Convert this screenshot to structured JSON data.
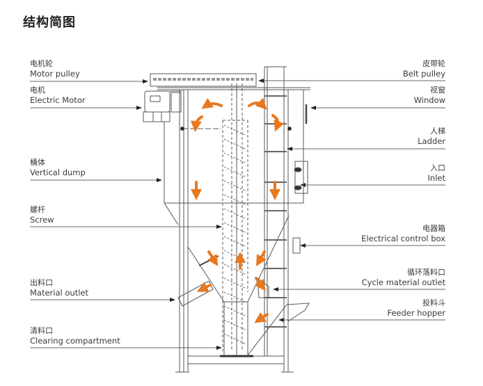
{
  "title": "结构简图",
  "colors": {
    "line": "#555555",
    "arrow_flow": "#e8781e",
    "text": "#3a3a3a"
  },
  "labels_left": [
    {
      "id": "motor-pulley",
      "zh": "电机轮",
      "en": "Motor pulley"
    },
    {
      "id": "electric-motor",
      "zh": "电机",
      "en": "Electric Motor"
    },
    {
      "id": "vertical-dump",
      "zh": "桶体",
      "en": "Vertical dump"
    },
    {
      "id": "screw",
      "zh": "螺杆",
      "en": "Screw"
    },
    {
      "id": "material-outlet",
      "zh": "出料口",
      "en": "Material outlet"
    },
    {
      "id": "clearing-compartment",
      "zh": "清料口",
      "en": "Clearing compartment"
    }
  ],
  "labels_right": [
    {
      "id": "belt-pulley",
      "zh": "皮带轮",
      "en": "Belt pulley"
    },
    {
      "id": "window",
      "zh": "视窗",
      "en": "Window"
    },
    {
      "id": "ladder",
      "zh": "人梯",
      "en": "Ladder"
    },
    {
      "id": "inlet",
      "zh": "入口",
      "en": "Inlet"
    },
    {
      "id": "electrical-control-box",
      "zh": "电器箱",
      "en": "Electrical control box"
    },
    {
      "id": "cycle-material-outlet",
      "zh": "循环落料口",
      "en": "Cycle material outlet"
    },
    {
      "id": "feeder-hopper",
      "zh": "投料斗",
      "en": "Feeder hopper"
    }
  ]
}
